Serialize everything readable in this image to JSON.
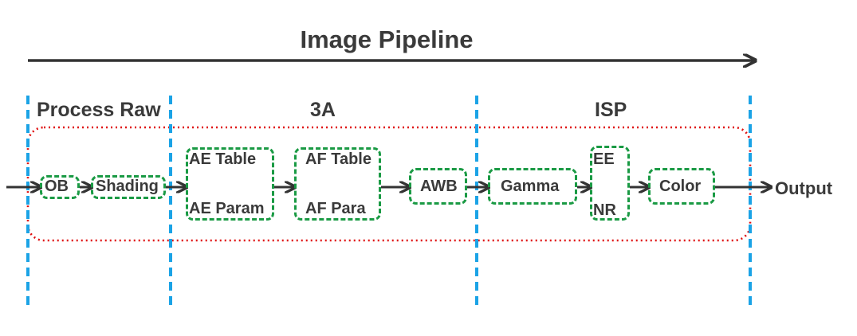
{
  "title": "Image Pipeline",
  "sections": {
    "process_raw": "Process Raw",
    "three_a": "3A",
    "isp": "ISP"
  },
  "blocks": {
    "ob": "OB",
    "shading": "Shading",
    "ae_table": "AE Table",
    "ae_param": "AE Param",
    "af_table": "AF Table",
    "af_para": "AF Para",
    "awb": "AWB",
    "gamma": "Gamma",
    "ee": "EE",
    "nr": "NR",
    "color": "Color"
  },
  "output": "Output",
  "colors": {
    "text": "#3a3a3a",
    "arrow": "#333333",
    "block_border": "#1a9a44",
    "section_divider": "#1ba3e6",
    "pipeline_boundary": "#e01010"
  }
}
